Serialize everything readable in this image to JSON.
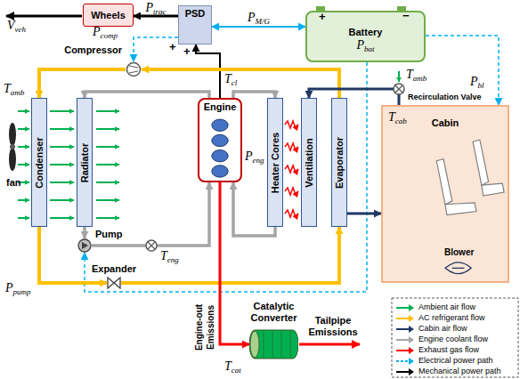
{
  "diagram": {
    "nodes": [
      {
        "text": [
          "Wheels"
        ]
      },
      {
        "text": [
          "PSD"
        ]
      },
      {
        "text": [
          "Battery",
          "Pbat"
        ]
      },
      {
        "text": [
          "Compressor"
        ]
      },
      {
        "text": [
          "Condenser"
        ]
      },
      {
        "text": [
          "Radiator"
        ]
      },
      {
        "text": [
          "Engine"
        ]
      },
      {
        "text": [
          "Heater Cores"
        ]
      },
      {
        "text": [
          "Ventilation"
        ]
      },
      {
        "text": [
          "Evaporator"
        ]
      },
      {
        "text": [
          "Cabin"
        ]
      },
      {
        "text": [
          "Pump"
        ]
      },
      {
        "text": [
          "Expander"
        ]
      },
      {
        "text": [
          "Catalytic Converter"
        ]
      }
    ],
    "edges": [
      {
        "from": 1,
        "to": 0,
        "arrow": "to",
        "label": "Ptrac"
      },
      {
        "from": 1,
        "to": 2,
        "arrow": "both",
        "label": "PM/G"
      },
      {
        "from": 6,
        "to": 1,
        "arrow": "to"
      },
      {
        "from": 1,
        "to": 3,
        "arrow": "to"
      },
      {
        "from": 2,
        "to": 10,
        "arrow": "to"
      },
      {
        "from": 2,
        "to": 11,
        "arrow": "to"
      },
      {
        "from": 3,
        "to": 4,
        "arrow": "to"
      },
      {
        "from": 4,
        "to": 12,
        "arrow": "to"
      },
      {
        "from": 12,
        "to": 9,
        "arrow": "to"
      },
      {
        "from": 9,
        "to": 3,
        "arrow": "to"
      },
      {
        "from": 6,
        "to": 5,
        "arrow": "to"
      },
      {
        "from": 6,
        "to": 7,
        "arrow": "to"
      },
      {
        "from": 5,
        "to": 11,
        "arrow": "to"
      },
      {
        "from": 11,
        "to": 6,
        "arrow": "to"
      },
      {
        "from": 7,
        "to": 6,
        "arrow": "to"
      },
      {
        "from": 10,
        "to": 8,
        "arrow": "to"
      },
      {
        "from": 9,
        "to": 10,
        "arrow": "to"
      },
      {
        "from": 6,
        "to": 13,
        "arrow": "to"
      }
    ],
    "labels": [
      "Vveh",
      "+",
      "+",
      "Pcomp",
      "+",
      "−",
      "Tamb",
      "Tcl",
      "Peng",
      "Tamb",
      "Pbl",
      "Recirculation Valve",
      "Tcab",
      "Blower",
      "fan",
      "Teng",
      "Ppump",
      "Engine-out Emissions",
      "Tcat",
      "Tailpipe Emissions"
    ],
    "legend": [
      {
        "text": "Ambient air flow",
        "color": "#00b050"
      },
      {
        "text": "AC refrigerant flow",
        "color": "#ffc000"
      },
      {
        "text": "Cabin air flow",
        "color": "#1f3864"
      },
      {
        "text": "Engine coolant flow",
        "color": "#a5a5a5"
      },
      {
        "text": "Exhaust gas flow",
        "color": "#ff0000"
      },
      {
        "text": "Electrical power path",
        "color": "#00b0f0"
      },
      {
        "text": "Mechanical power path",
        "color": "#000000"
      }
    ]
  }
}
